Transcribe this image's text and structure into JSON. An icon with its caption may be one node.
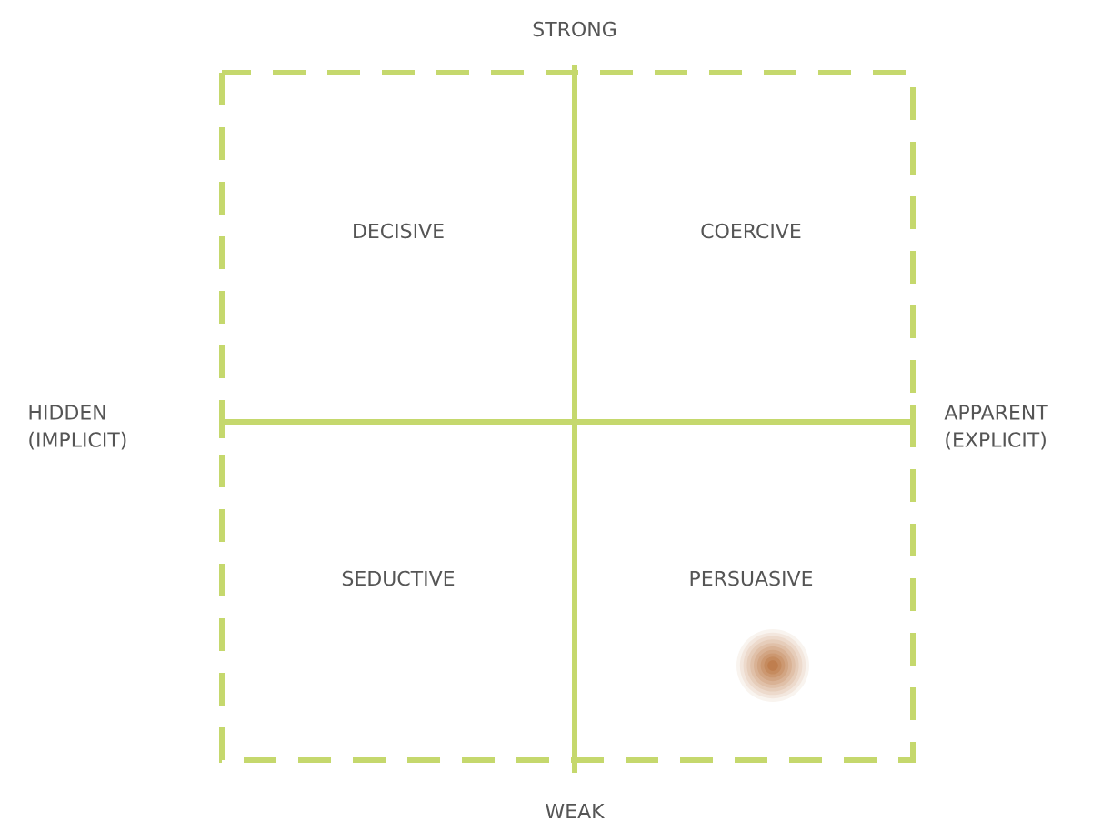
{
  "diagram": {
    "labels": [
      "STRONG",
      "DECISIVE",
      "COERCIVE",
      "HIDDEN (IMPLICIT)",
      "APPARENT (EXPLICIT)",
      "SEDUCTIVE",
      "PERSUASIVE",
      "WEAK"
    ]
  }
}
